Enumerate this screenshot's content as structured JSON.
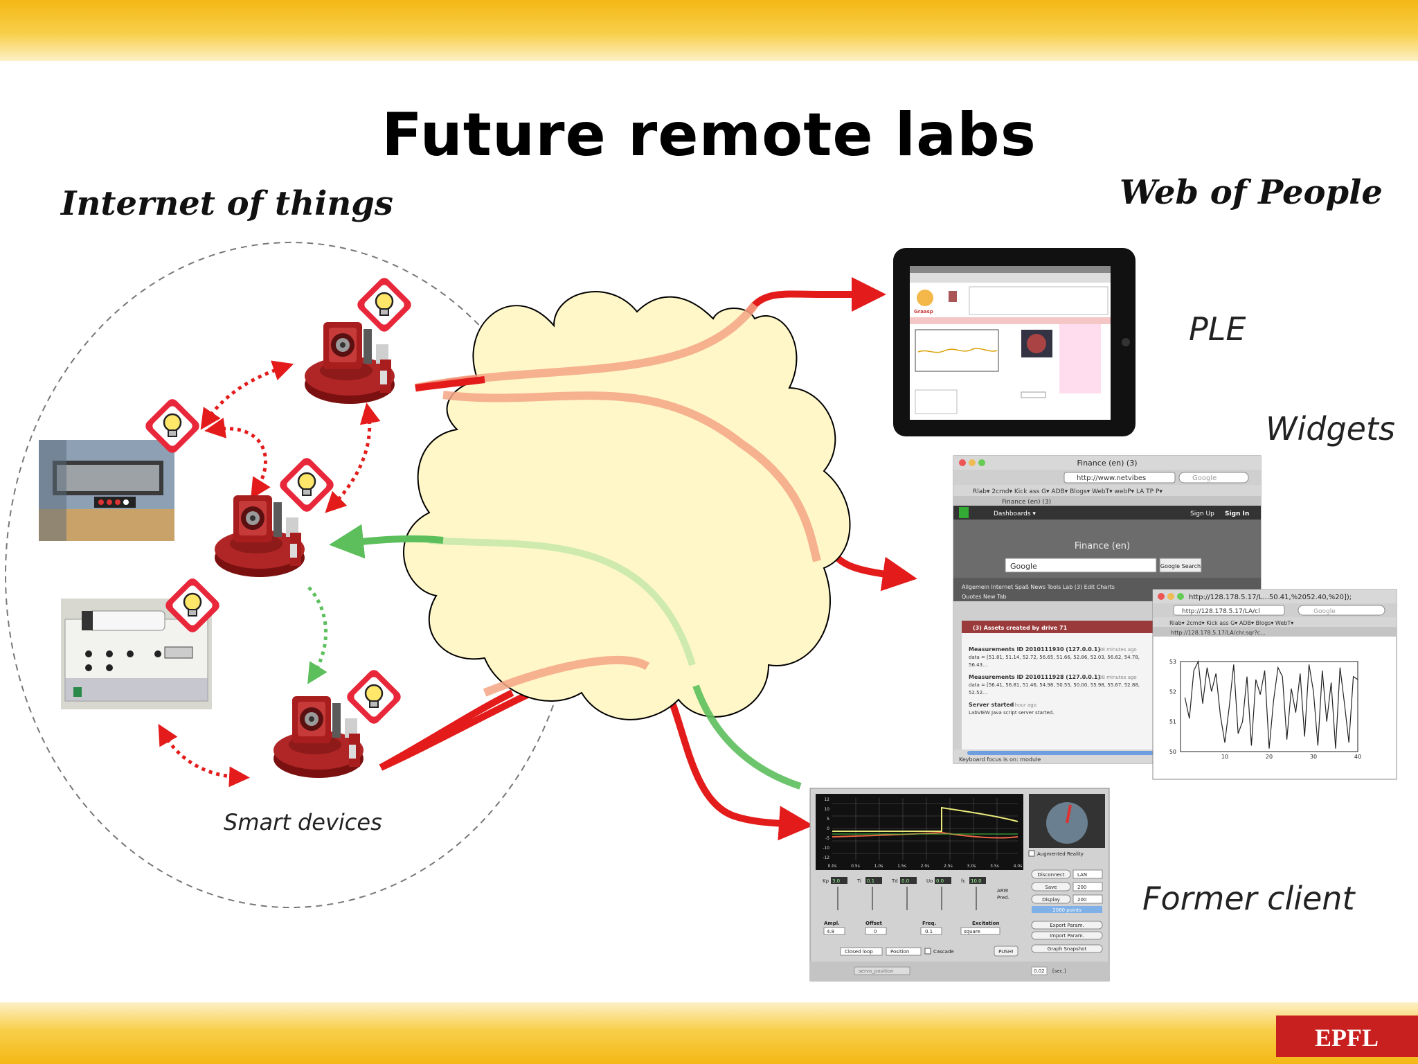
{
  "slide": {
    "title": "Future remote labs",
    "left_heading": "Internet of things",
    "right_heading": "Web of People",
    "smart_devices": "Smart devices",
    "ple": "PLE",
    "widgets": "Widgets",
    "former_client": "Former client"
  },
  "ipad": {
    "app_name": "Graasp"
  },
  "finance": {
    "window_title": "Finance (en) (3)",
    "url": "http://www.netvibes",
    "search_placeholder": "Google",
    "bookmarks": "Rlab▾   2cmd▾   Kick ass   G▾   ADB▾   Blogs▾   WebT▾   webP▾   LA   TP   P▾",
    "tab": "Finance (en) (3)",
    "dashboards": "Dashboards ▾",
    "sign_up": "Sign Up",
    "sign_in": "Sign In",
    "page_heading": "Finance (en)",
    "google_logo": "Google",
    "google_search": "Google Search",
    "tabs": [
      "Allgemein",
      "Internet",
      "Spaß",
      "News",
      "Tools",
      "Lab (3) Edit",
      "Charts"
    ],
    "tabs2": [
      "Quotes",
      "New Tab"
    ],
    "assets_header": "(3)  Assets created by drive 71",
    "m1_title": "Measurements ID 2010111930 (127.0.0.1)",
    "m1_time": "38 minutes ago",
    "m1_data": "data = [51.81, 51.14, 52.72, 56.65, 51.66, 52.86, 52.03, 56.62, 54.78,",
    "m1_more": "56.43...",
    "m2_title": "Measurements ID 2010111928 (127.0.0.1)",
    "m2_time": "38 minutes ago",
    "m2_data": "data = [56.41, 56.81, 51.46, 54.98, 50.55, 50.00, 55.98, 55.67, 52.88,",
    "m2_more": "52.52...",
    "server_title": "Server started",
    "server_time": "1 hour ago",
    "server_msg": "LabVIEW Java script server started.",
    "status": "Keyboard focus is on: module"
  },
  "chart_window": {
    "title": "http://128.178.5.17/L...50.41,%2052.40,%20]);",
    "url": "http://128.178.5.17/LA/cl",
    "search_placeholder": "Google",
    "bookmarks": "Rlab▾   2cmd▾   Kick ass   G▾   ADB▾   Blogs▾   WebT▾",
    "tab": "http://128.178.5.17/LA/chr.sqr?c...",
    "y_ticks": [
      "53",
      "52",
      "51",
      "50"
    ],
    "x_ticks": [
      "10",
      "20",
      "30",
      "40"
    ],
    "values": [
      51.8,
      51.1,
      52.7,
      53.0,
      51.6,
      52.8,
      52.0,
      52.6,
      51.2,
      50.3,
      51.5,
      52.9,
      50.6,
      51.0,
      52.5,
      50.2,
      52.4,
      51.9,
      52.7,
      50.1,
      51.7,
      52.8,
      52.5,
      50.4,
      52.1,
      51.3,
      52.6,
      50.5,
      52.9,
      52.0,
      50.2,
      52.7,
      51.0,
      52.3,
      50.1,
      52.8,
      51.6,
      50.3,
      52.5,
      52.4
    ]
  },
  "former": {
    "plot_y_ticks": [
      "12",
      "10",
      "5",
      "0",
      "-5",
      "-10",
      "-12"
    ],
    "plot_x_ticks": [
      "0.0s",
      "0.5s",
      "1.0s",
      "1.5s",
      "2.0s",
      "2.5s",
      "3.0s",
      "3.5s",
      "4.0s"
    ],
    "augmented": "Augmented Reality",
    "pid_labels": [
      "Kp",
      "Ti",
      "Td",
      "Uo",
      "fc"
    ],
    "pid_values": [
      "3.0",
      "0.1",
      "0.0",
      "0.0",
      "10.0"
    ],
    "arw": "ARW",
    "pred": "Pred.",
    "disconnect": "Disconnect",
    "lan": "LAN",
    "save": "Save",
    "save_val": "200",
    "display": "Display",
    "display_val": "200",
    "points": "2060 points",
    "ampl_label": "Ampl.",
    "ampl_val": "4.8",
    "offset_label": "Offset",
    "offset_val": "0",
    "freq_label": "Freq.",
    "freq_val": "0.1",
    "excitation_label": "Excitation",
    "excitation_val": "square",
    "closed_loop": "Closed loop",
    "position": "Position",
    "cascade": "Cascade",
    "push": "PUSH!",
    "export": "Export Param.",
    "import": "Import Param.",
    "snapshot": "Graph Snapshot",
    "model": "servo_position",
    "h_val": "0.02",
    "sec": "[sec.]"
  },
  "logo": {
    "text": "EPFL"
  },
  "colors": {
    "band": "#f4b816",
    "cloud_fill": "#fff7c8",
    "red_arrow": "#e31b1b",
    "green_arrow": "#5cbf5c",
    "robot_red": "#a81e1e",
    "badge_red": "#e8283a",
    "bulb_yellow": "#ffe76a",
    "logo_red": "#c81f1f"
  }
}
